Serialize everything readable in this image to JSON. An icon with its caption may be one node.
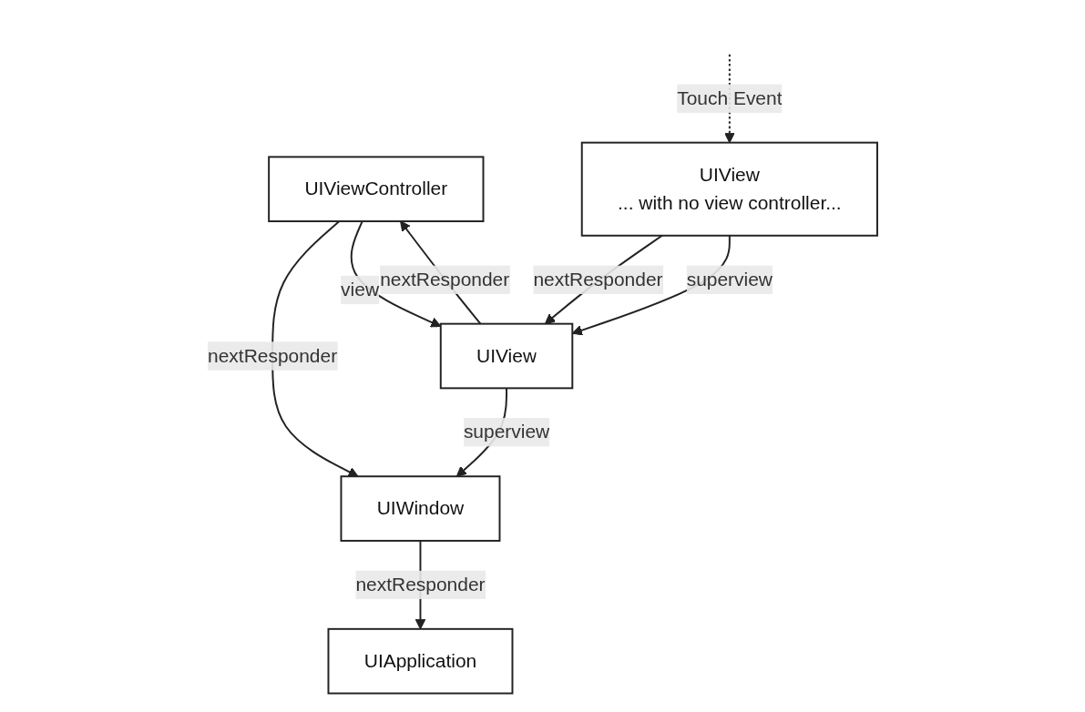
{
  "diagram": {
    "nodes": [
      {
        "text": [
          "UIViewController"
        ]
      },
      {
        "text": [
          "UIWindow"
        ]
      },
      {
        "text": [
          "UIApplication"
        ]
      },
      {
        "text": [
          "UIView"
        ]
      },
      {
        "text": [
          "UIView",
          "... with no view controller..."
        ]
      }
    ],
    "edges": [
      {
        "from": 0,
        "to": 1,
        "arrow": "to",
        "label": "nextResponder"
      },
      {
        "from": 1,
        "to": 2,
        "arrow": "to",
        "label": "nextResponder"
      },
      {
        "from": 0,
        "to": 3,
        "arrow": "to",
        "label": "view"
      },
      {
        "from": 3,
        "to": 0,
        "arrow": "to",
        "label": "nextResponder"
      },
      {
        "from": 3,
        "to": 1,
        "arrow": "to",
        "label": "superview"
      },
      {
        "from": 4,
        "to": 3,
        "arrow": "to",
        "label": "nextResponder"
      },
      {
        "from": 4,
        "to": 3,
        "arrow": "to",
        "label": "superview"
      },
      {
        "from": null,
        "to": 4,
        "arrow": "to",
        "label": "Touch Event",
        "style": "dashed"
      }
    ]
  }
}
